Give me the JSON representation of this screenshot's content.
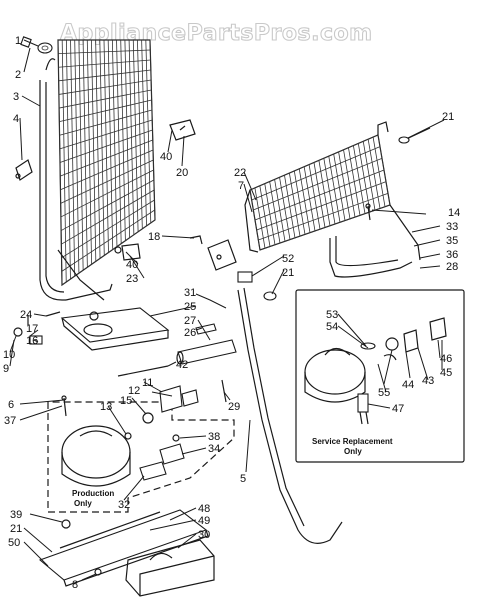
{
  "watermark": "AppliancePartsPros.com",
  "callouts": {
    "c1": "1",
    "c2": "2",
    "c3": "3",
    "c4": "4",
    "c5": "5",
    "c6": "6",
    "c7": "7",
    "c8": "8",
    "c9": "9",
    "c10": "10",
    "c11": "11",
    "c12": "12",
    "c13": "13",
    "c14": "14",
    "c15": "15",
    "c16": "16",
    "c17": "17",
    "c18": "18",
    "c20": "20",
    "c21a": "21",
    "c21b": "21",
    "c21c": "21",
    "c22": "22",
    "c23": "23",
    "c24": "24",
    "c25": "25",
    "c26": "26",
    "c27": "27",
    "c28": "28",
    "c29": "29",
    "c30": "30",
    "c31": "31",
    "c32": "32",
    "c33": "33",
    "c34": "34",
    "c35": "35",
    "c36": "36",
    "c37": "37",
    "c38": "38",
    "c39": "39",
    "c40a": "40",
    "c40b": "40",
    "c42": "42",
    "c43": "43",
    "c44": "44",
    "c45": "45",
    "c46": "46",
    "c47": "47",
    "c48": "48",
    "c49": "49",
    "c50": "50",
    "c52": "52",
    "c53": "53",
    "c54": "54",
    "c55": "55"
  },
  "service_box": {
    "line1": "Service Replacement",
    "line2": "Only"
  },
  "production_box": {
    "line1": "Production",
    "line2": "Only"
  }
}
